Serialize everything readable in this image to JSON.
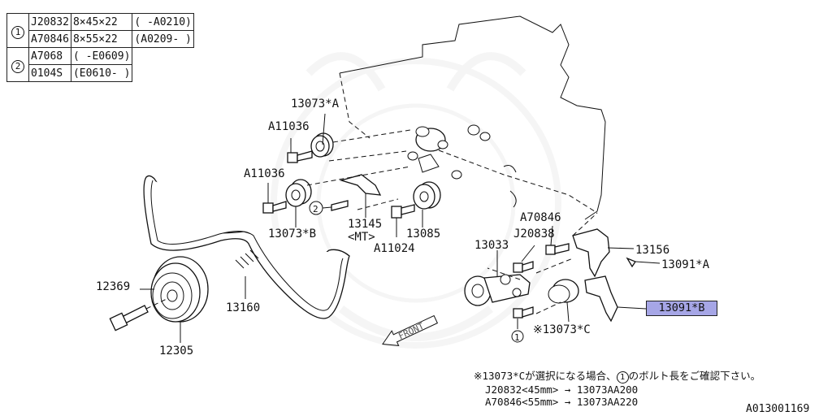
{
  "spec_table": {
    "groups": [
      {
        "marker": "1",
        "rows": [
          {
            "part": "J20832",
            "size": "8×45×22",
            "range": "( -A0210)"
          },
          {
            "part": "A70846",
            "size": "8×55×22",
            "range": "(A0209- )"
          }
        ]
      },
      {
        "marker": "2",
        "rows": [
          {
            "part": "A7068",
            "range": "( -E0609)"
          },
          {
            "part": "0104S",
            "range": "(E0610- )"
          }
        ]
      }
    ]
  },
  "callouts": {
    "c13073A": "13073*A",
    "a11036_top": "A11036",
    "a11036_mid": "A11036",
    "c13073B": "13073*B",
    "c13145": "13145",
    "mt": "<MT>",
    "a11024": "A11024",
    "c13085": "13085",
    "a70846": "A70846",
    "j20838": "J20838",
    "c13033": "13033",
    "c13156": "13156",
    "c13091A": "13091*A",
    "c13091B": "13091*B",
    "c13073C": "※13073*C",
    "c12369": "12369",
    "c13160": "13160",
    "c12305": "12305",
    "front": "FRONT",
    "marker1": "1",
    "marker2": "2",
    "marker1_bolt": "1"
  },
  "note": {
    "line1_pre": "※13073*Cが選択になる場合、",
    "line1_marker": "1",
    "line1_post": "のボルト長をご確認下さい。",
    "line2": "J20832<45mm> → 13073AA200",
    "line3": "A70846<55mm> → 13073AA220"
  },
  "doc_id": "A013001169",
  "highlight_color": "#a6a6e6"
}
